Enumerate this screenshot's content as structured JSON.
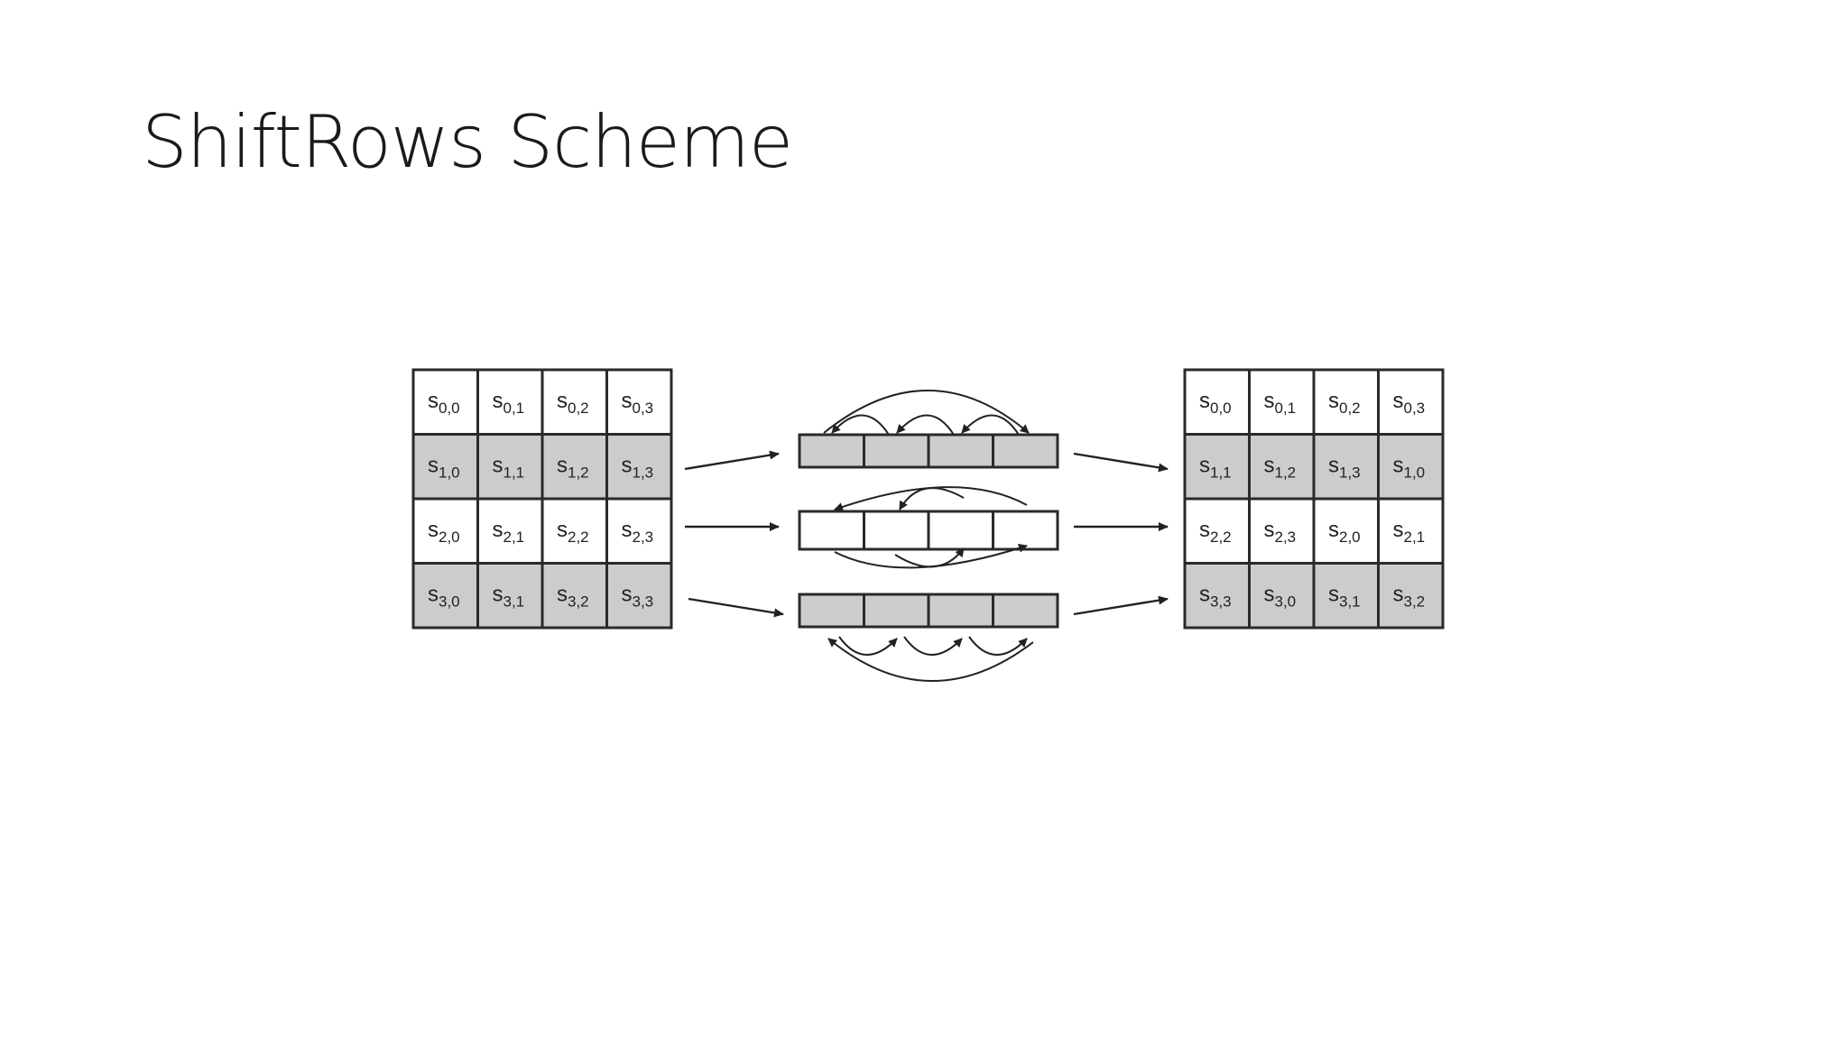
{
  "slide": {
    "title": "ShiftRows Scheme"
  },
  "diagram": {
    "input_matrix": [
      [
        {
          "base": "s",
          "sub": "0,0"
        },
        {
          "base": "s",
          "sub": "0,1"
        },
        {
          "base": "s",
          "sub": "0,2"
        },
        {
          "base": "s",
          "sub": "0,3"
        }
      ],
      [
        {
          "base": "s",
          "sub": "1,0"
        },
        {
          "base": "s",
          "sub": "1,1"
        },
        {
          "base": "s",
          "sub": "1,2"
        },
        {
          "base": "s",
          "sub": "1,3"
        }
      ],
      [
        {
          "base": "s",
          "sub": "2,0"
        },
        {
          "base": "s",
          "sub": "2,1"
        },
        {
          "base": "s",
          "sub": "2,2"
        },
        {
          "base": "s",
          "sub": "2,3"
        }
      ],
      [
        {
          "base": "s",
          "sub": "3,0"
        },
        {
          "base": "s",
          "sub": "3,1"
        },
        {
          "base": "s",
          "sub": "3,2"
        },
        {
          "base": "s",
          "sub": "3,3"
        }
      ]
    ],
    "output_matrix": [
      [
        {
          "base": "s",
          "sub": "0,0"
        },
        {
          "base": "s",
          "sub": "0,1"
        },
        {
          "base": "s",
          "sub": "0,2"
        },
        {
          "base": "s",
          "sub": "0,3"
        }
      ],
      [
        {
          "base": "s",
          "sub": "1,1"
        },
        {
          "base": "s",
          "sub": "1,2"
        },
        {
          "base": "s",
          "sub": "1,3"
        },
        {
          "base": "s",
          "sub": "1,0"
        }
      ],
      [
        {
          "base": "s",
          "sub": "2,2"
        },
        {
          "base": "s",
          "sub": "2,3"
        },
        {
          "base": "s",
          "sub": "2,0"
        },
        {
          "base": "s",
          "sub": "2,1"
        }
      ],
      [
        {
          "base": "s",
          "sub": "3,3"
        },
        {
          "base": "s",
          "sub": "3,0"
        },
        {
          "base": "s",
          "sub": "3,1"
        },
        {
          "base": "s",
          "sub": "3,2"
        }
      ]
    ],
    "row_shades": [
      "white",
      "gray",
      "white",
      "gray"
    ],
    "shift_rows": [
      {
        "row": 1,
        "shift": 1,
        "shade": "gray"
      },
      {
        "row": 2,
        "shift": 2,
        "shade": "white"
      },
      {
        "row": 3,
        "shift": 3,
        "shade": "gray"
      }
    ],
    "colors": {
      "gray_cell": "#cccccc",
      "white_cell": "#ffffff",
      "stroke": "#2a2a2a",
      "text": "#222222",
      "title": "#1a1a1a"
    }
  }
}
